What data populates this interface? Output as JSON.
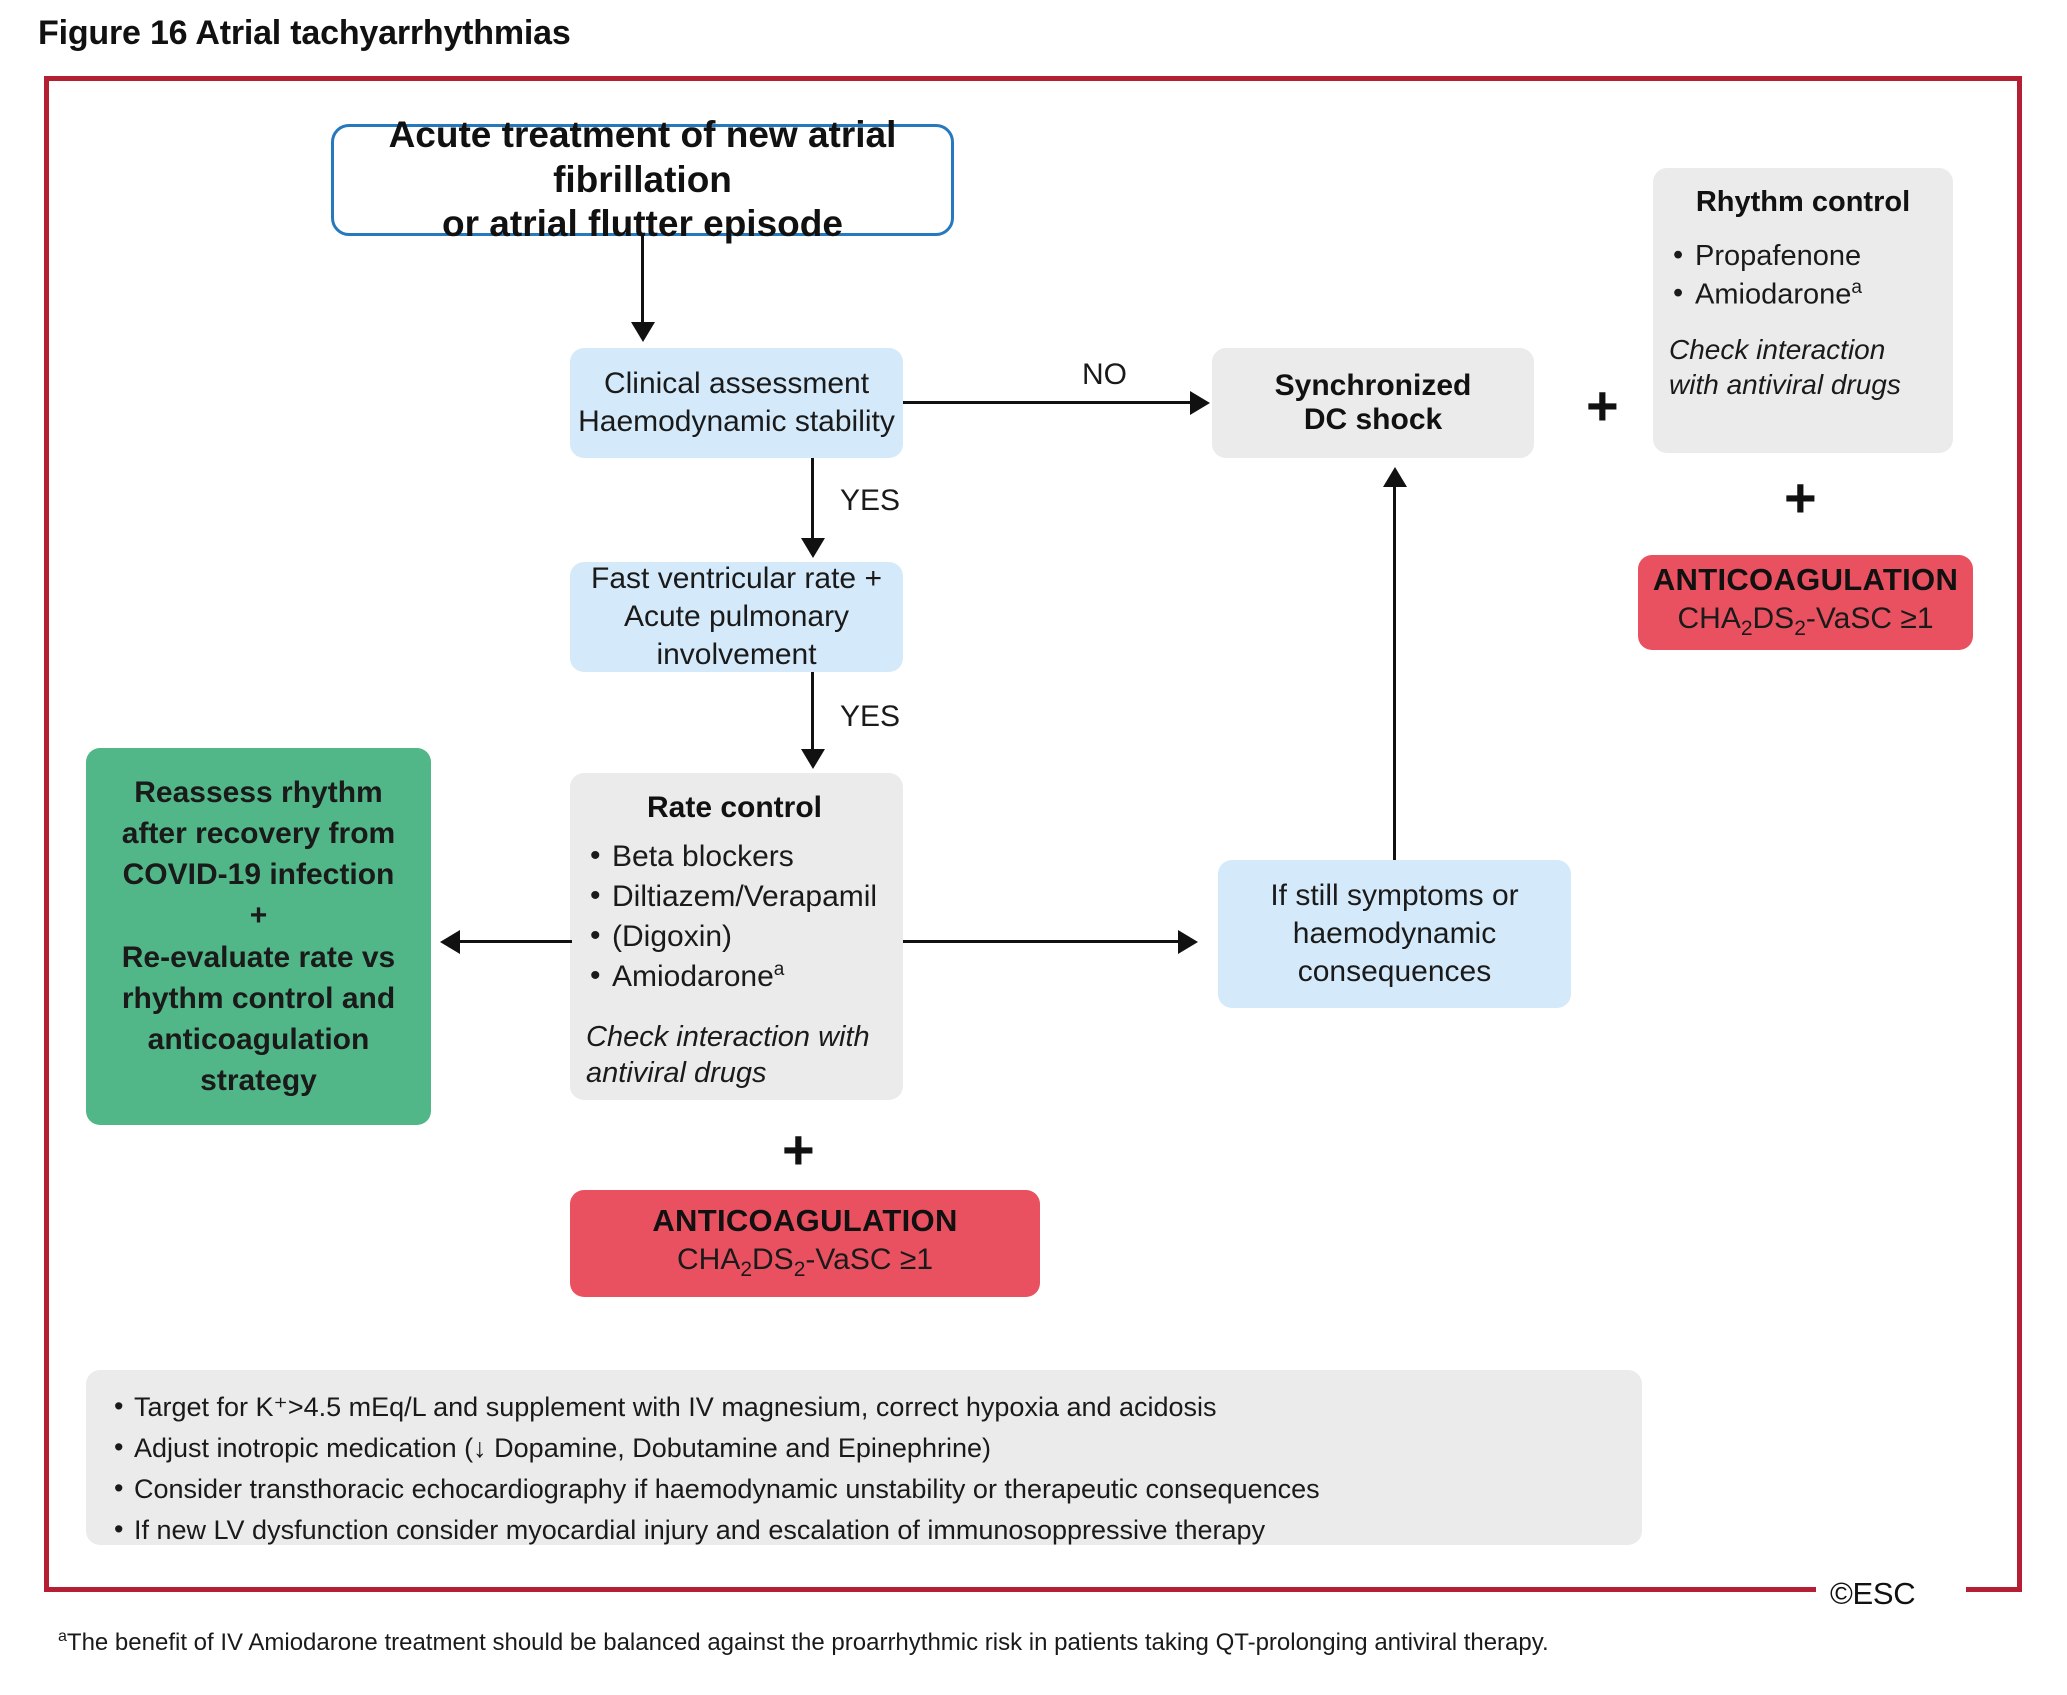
{
  "figure": {
    "title": "Figure 16 Atrial tachyarrhythmias",
    "copyright": "©ESC",
    "footnote_marker": "a",
    "footnote": "The benefit of IV Amiodarone treatment should be balanced against the proarrhythmic risk in patients taking QT-prolonging antiviral therapy."
  },
  "colors": {
    "frame_red": "#b51f33",
    "node_blue": "#d4e9f9",
    "node_grey": "#ebebeb",
    "node_red": "#ea5160",
    "node_green": "#52b788",
    "top_box_border": "#2779bd",
    "connector": "#111111"
  },
  "nodes": {
    "start": {
      "line1": "Acute treatment of new atrial fibrillation",
      "line2": "or atrial flutter episode"
    },
    "clinical_assessment": {
      "line1": "Clinical assessment",
      "line2": "Haemodynamic stability"
    },
    "dc_shock": {
      "line1": "Synchronized",
      "line2": "DC shock"
    },
    "fast_ventricular": {
      "line1": "Fast ventricular rate +",
      "line2": "Acute pulmonary involvement"
    },
    "rate_control": {
      "header": "Rate control",
      "bullets": [
        "Beta blockers",
        "Diltiazem/Verapamil",
        "(Digoxin)",
        "Amiodarone"
      ],
      "bullet_superscripts": [
        "",
        "",
        "",
        "a"
      ],
      "note": "Check interaction with antiviral drugs"
    },
    "rhythm_control": {
      "header": "Rhythm control",
      "bullets": [
        "Propafenone",
        "Amiodarone"
      ],
      "bullet_superscripts": [
        "",
        "a"
      ],
      "note": "Check interaction with antiviral drugs"
    },
    "still_symptoms": {
      "line1": "If still symptoms or",
      "line2": "haemodynamic",
      "line3": "consequences"
    },
    "reassess": {
      "line1": "Reassess rhythm",
      "line2": "after recovery from",
      "line3": "COVID-19 infection",
      "line4": "+",
      "line5": "Re-evaluate rate vs",
      "line6": "rhythm control and",
      "line7": "anticoagulation",
      "line8": "strategy"
    },
    "anticoagulation_bottom": {
      "header": "ANTICOAGULATION",
      "score_pre": "CHA",
      "score_sub1": "2",
      "score_mid": "DS",
      "score_sub2": "2",
      "score_post": "-VaSC ≥1"
    },
    "anticoagulation_right": {
      "header": "ANTICOAGULATION",
      "score_pre": "CHA",
      "score_sub1": "2",
      "score_mid": "DS",
      "score_sub2": "2",
      "score_post": "-VaSC ≥1"
    }
  },
  "edges": {
    "no_label": "NO",
    "yes_label_1": "YES",
    "yes_label_2": "YES",
    "plus_sign": "+"
  },
  "notes_box": {
    "items": [
      "Target for K⁺>4.5 mEq/L and supplement with IV magnesium, correct hypoxia and acidosis",
      "Adjust inotropic medication (↓ Dopamine, Dobutamine and Epinephrine)",
      "Consider transthoracic echocardiography if haemodynamic unstability or therapeutic consequences",
      "If new LV dysfunction consider myocardial injury and escalation of immunosoppressive therapy"
    ]
  }
}
